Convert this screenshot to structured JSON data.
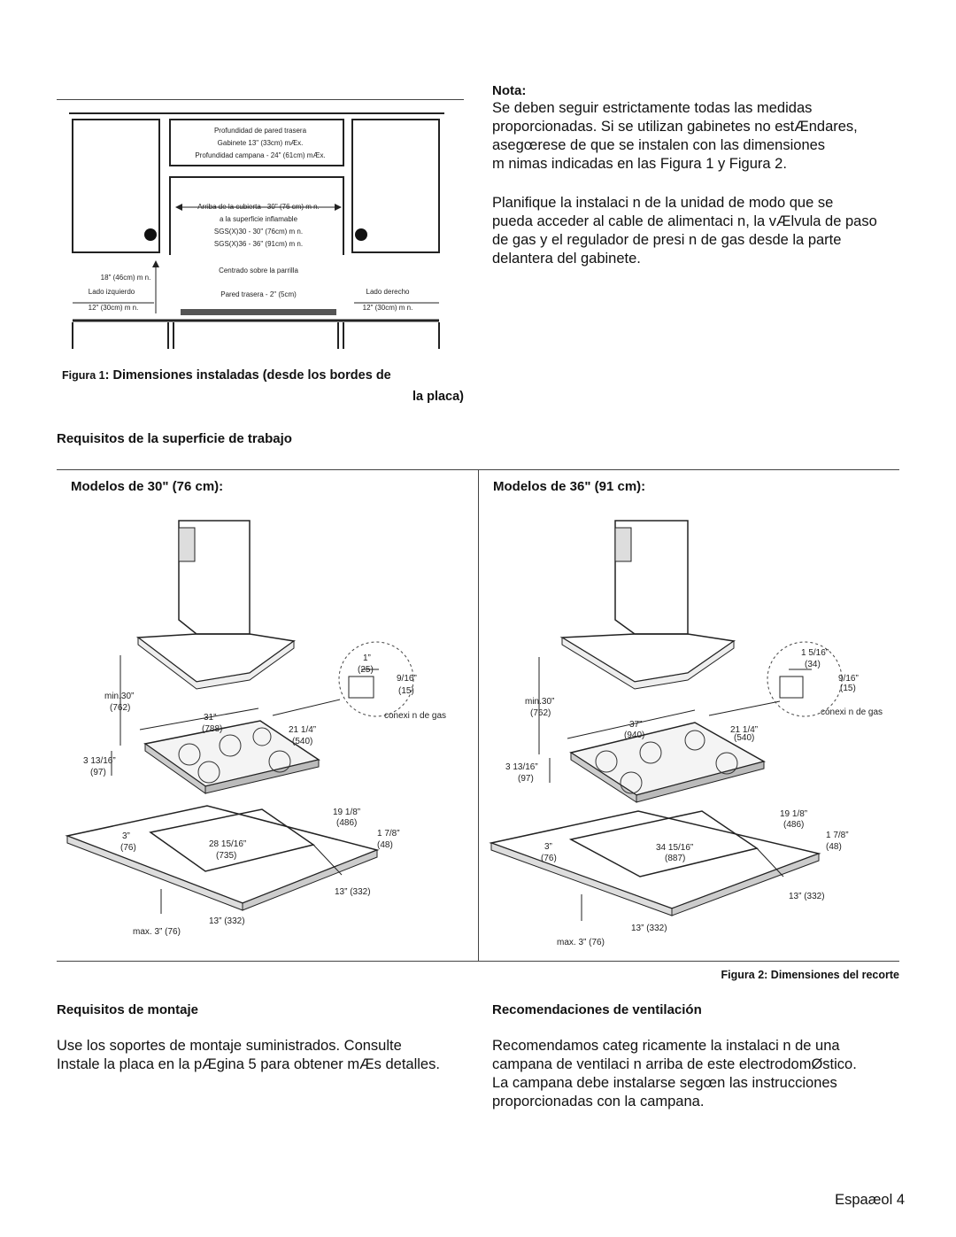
{
  "note": {
    "title": "Nota:",
    "para1": [
      "Se deben seguir estrictamente todas las medidas",
      "proporcionadas. Si se utilizan gabinetes no estÆndares,",
      "asegœrese de que se instalen con las dimensiones",
      "m nimas indicadas en las Figura 1 y Figura 2."
    ],
    "para2": [
      "Planifique la instalaci n de la unidad de modo que se",
      "pueda acceder al cable de alimentaci n, la vÆlvula de paso",
      "de gas y el regulador de presi n de gas desde la parte",
      "delantera del gabinete."
    ]
  },
  "figure1": {
    "labels": {
      "rear_depth": "Profundidad de pared trasera",
      "cabinet": "Gabinete 13\" (33cm) mÆx.",
      "hood_depth": "Profundidad campana - 24\" (61cm) mÆx.",
      "above": "Arriba de la cubierta - 30\" (76 cm) m n.",
      "flammable": "a la superficie inflamable",
      "sgs30": "SGS(X)30 - 30\" (76cm) m n.",
      "sgs36": "SGS(X)36 - 36\" (91cm) m n.",
      "centered": "Centrado sobre la parrilla",
      "min18": "18\" (46cm) m n.",
      "left_side": "Lado izquierdo",
      "left_min": "12\" (30cm) m n.",
      "rear_wall": "Pared trasera - 2\" (5cm)",
      "right_side": "Lado derecho",
      "right_min": "12\" (30cm) m n."
    },
    "caption_prefix": "Figura 1",
    "caption_line1": ": Dimensiones instaladas (desde los bordes de",
    "caption_line2": "la placa)"
  },
  "worksurface_heading": "Requisitos de la superficie de trabajo",
  "models30": {
    "heading": "Modelos de 30\" (76 cm):",
    "min30": "min.30”",
    "min30_mm": "(762)",
    "width": "31”",
    "width_mm": "(788)",
    "depth": "21 1/4”",
    "depth_mm": "(540)",
    "front": "3 13/16”",
    "front_mm": "(97)",
    "conn1": "1”",
    "conn1_mm": "(25)",
    "conn2": "9/16”",
    "conn2_mm": "(15)",
    "gas": "conexi n de gas",
    "cut_depth": "19 1/8”",
    "cut_depth_mm": "(486)",
    "edge": "1 7/8”",
    "edge_mm": "(48)",
    "left3": "3”",
    "left3_mm": "(76)",
    "cut_width": "28 15/16”",
    "cut_width_mm": "(735)",
    "rear13": "13” (332)",
    "front13": "13” (332)",
    "max3": "max. 3” (76)"
  },
  "models36": {
    "heading": "Modelos de 36\" (91 cm):",
    "min30": "min.30”",
    "min30_mm": "(762)",
    "width": "37”",
    "width_mm": "(940)",
    "depth": "21 1/4”",
    "depth_mm": "(540)",
    "front": "3 13/16”",
    "front_mm": "(97)",
    "conn1": "1 5/16”",
    "conn1_mm": "(34)",
    "conn2": "9/16”",
    "conn2_mm": "(15)",
    "gas": "conexi n de gas",
    "cut_depth": "19 1/8”",
    "cut_depth_mm": "(486)",
    "edge": "1 7/8”",
    "edge_mm": "(48)",
    "left3": "3”",
    "left3_mm": "(76)",
    "cut_width": "34 15/16”",
    "cut_width_mm": "(887)",
    "rear13": "13” (332)",
    "front13": "13” (332)",
    "max3": "max. 3” (76)"
  },
  "figure2_caption": "Figura 2: Dimensiones del recorte",
  "mounting": {
    "heading": "Requisitos de montaje",
    "lines": [
      "Use los soportes de montaje suministrados. Consulte",
      "Instale la placa  en la pÆgina 5 para obtener mÆs detalles."
    ]
  },
  "ventilation": {
    "heading": "Recomendaciones de ventilación",
    "lines": [
      "Recomendamos categ ricamente la instalaci n de una",
      "campana de ventilaci n arriba de este electrodomØstico.",
      "La campana debe instalarse segœn las instrucciones",
      "proporcionadas con la campana."
    ]
  },
  "footer": "Espaæol 4"
}
